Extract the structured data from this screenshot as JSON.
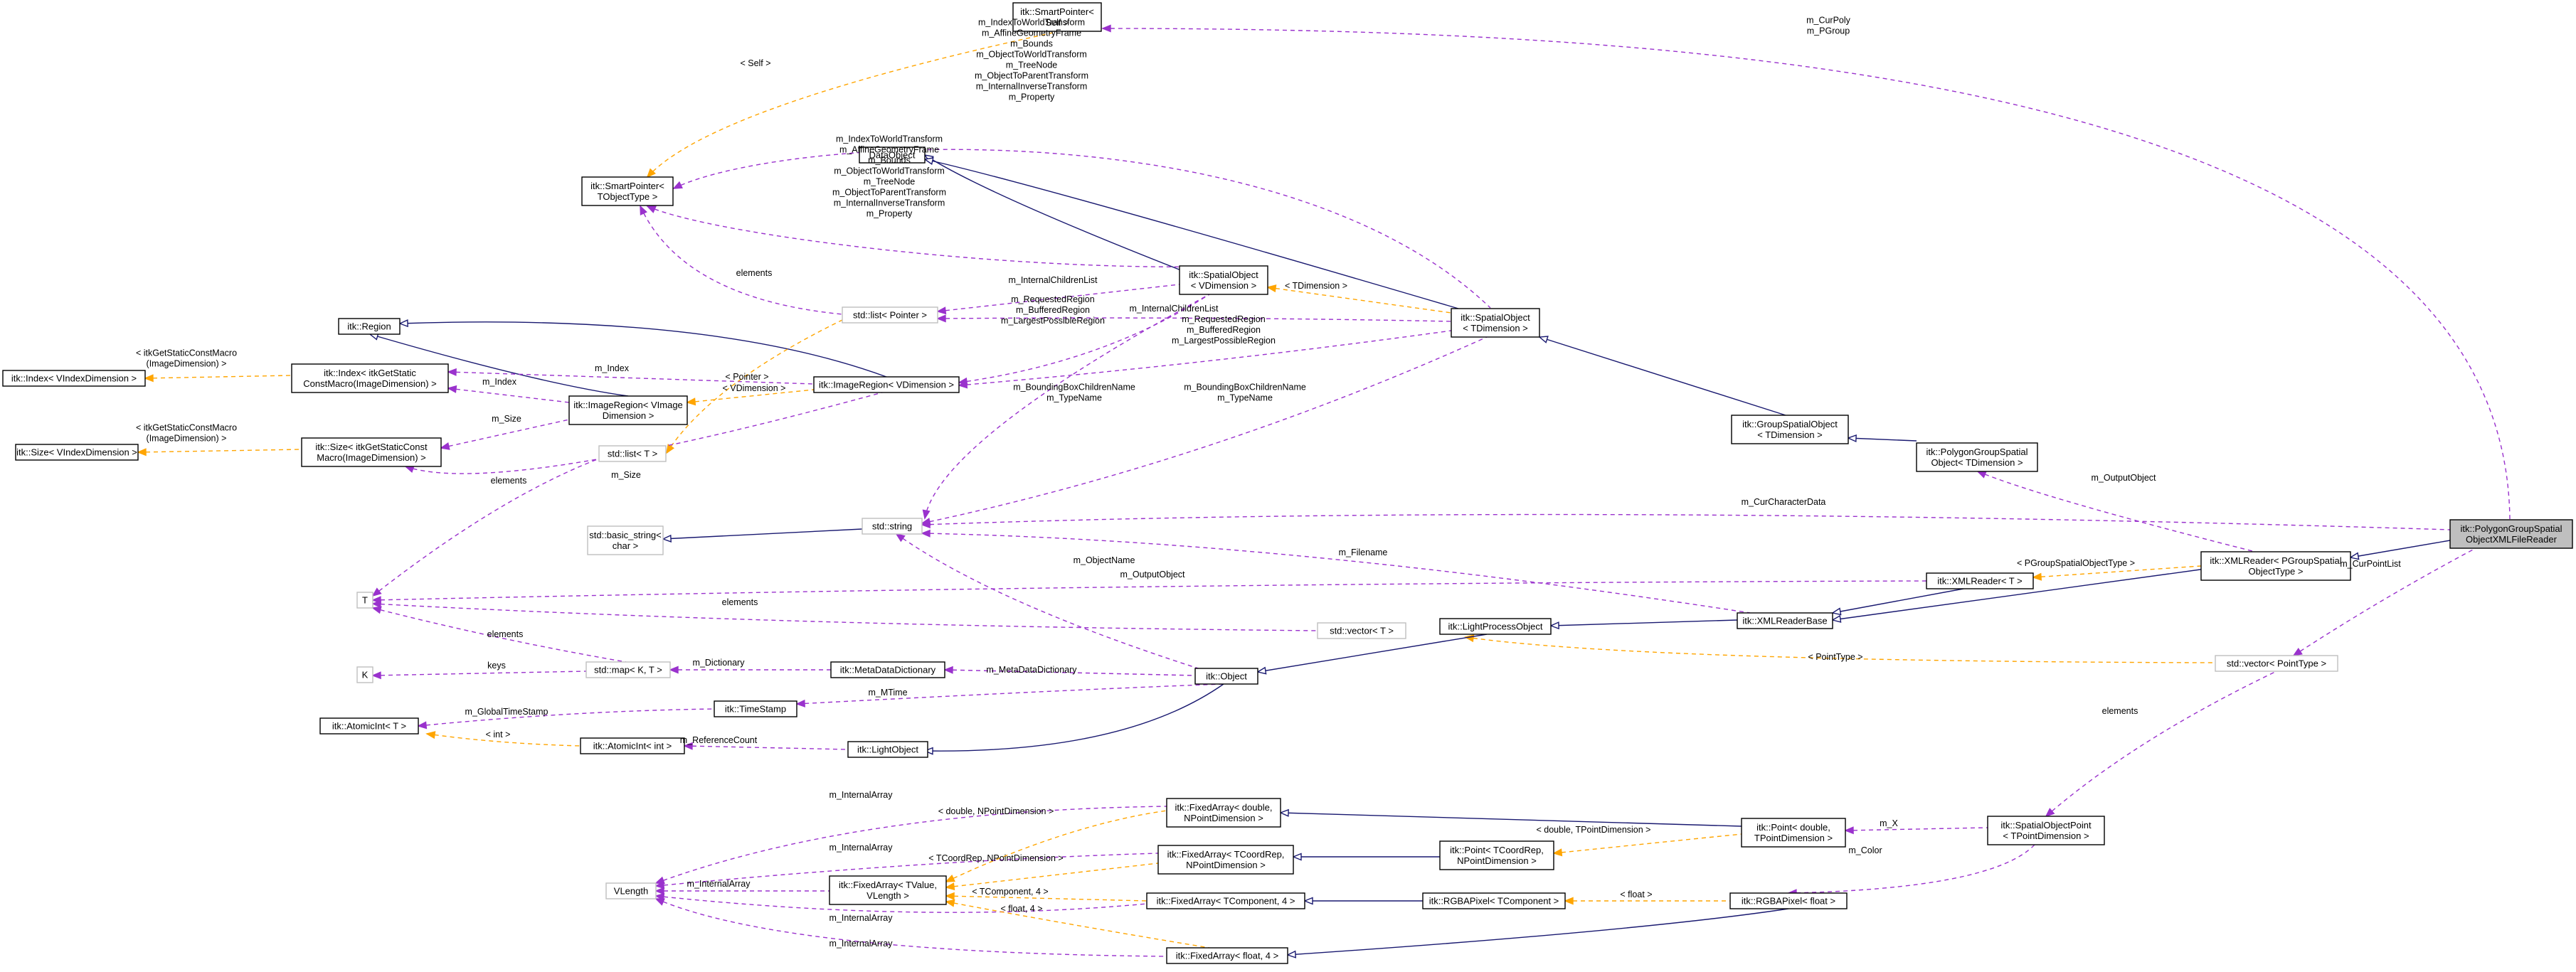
{
  "colors": {
    "inherit": "#191970",
    "usage": "#9a32cd",
    "template": "#ffa500",
    "node_border": "#000000",
    "external_border": "#bfbfbf",
    "highlight_fill": "#bfbfbf"
  },
  "nodes": {
    "smartpointer_self": [
      "itk::SmartPointer<",
      "Self >"
    ],
    "smartpointer_tobj": [
      "itk::SmartPointer<",
      "TObjectType >"
    ],
    "dataobject": [
      "DataObject"
    ],
    "region": [
      "itk::Region"
    ],
    "index_vindex": [
      "itk::Index< VIndexDimension >"
    ],
    "index_itkget": [
      "itk::Index< itkGetStatic",
      "ConstMacro(ImageDimension) >"
    ],
    "size_vindex": [
      "itk::Size< VIndexDimension >"
    ],
    "size_itkget": [
      "itk::Size< itkGetStaticConst",
      "Macro(ImageDimension) >"
    ],
    "imageregion_vimage": [
      "itk::ImageRegion< VImage",
      "Dimension >"
    ],
    "imageregion_vdim": [
      "itk::ImageRegion< VDimension >"
    ],
    "stdlist_pointer": [
      "std::list< Pointer >"
    ],
    "stdlist_t": [
      "std::list< T >"
    ],
    "spatialobject_v": [
      "itk::SpatialObject",
      "< VDimension >"
    ],
    "spatialobject_t": [
      "itk::SpatialObject",
      "< TDimension >"
    ],
    "groupspatial": [
      "itk::GroupSpatialObject",
      "< TDimension >"
    ],
    "polygongroup": [
      "itk::PolygonGroupSpatial",
      "Object< TDimension >"
    ],
    "polyxml": [
      "itk::PolygonGroupSpatial",
      "ObjectXMLFileReader"
    ],
    "std_basic_string": [
      "std::basic_string<",
      "char >"
    ],
    "std_string": [
      "std::string"
    ],
    "xmlreader_pg": [
      "itk::XMLReader< PGroupSpatial",
      "ObjectType >"
    ],
    "xmlreader_t": [
      "itk::XMLReader< T >"
    ],
    "xmlreaderbase": [
      "itk::XMLReaderBase"
    ],
    "T": [
      "T"
    ],
    "stdvector_t": [
      "std::vector< T >"
    ],
    "lightprocessobject": [
      "itk::LightProcessObject"
    ],
    "stdvector_pointtype": [
      "std::vector< PointType >"
    ],
    "K": [
      "K"
    ],
    "stdmap": [
      "std::map< K, T >"
    ],
    "metadatadictionary": [
      "itk::MetaDataDictionary"
    ],
    "itkobject": [
      "itk::Object"
    ],
    "timestamp": [
      "itk::TimeStamp"
    ],
    "atomicint_t": [
      "itk::AtomicInt< T >"
    ],
    "atomicint_int": [
      "itk::AtomicInt< int >"
    ],
    "lightobject": [
      "itk::LightObject"
    ],
    "fixedarray_double": [
      "itk::FixedArray< double,",
      "NPointDimension >"
    ],
    "point_double": [
      "itk::Point< double,",
      "TPointDimension >"
    ],
    "spatialobjectpoint": [
      "itk::SpatialObjectPoint",
      "< TPointDimension >"
    ],
    "fixedarray_tcoord": [
      "itk::FixedArray< TCoordRep,",
      "NPointDimension >"
    ],
    "point_tcoord": [
      "itk::Point< TCoordRep,",
      "NPointDimension >"
    ],
    "vlength": [
      "VLength"
    ],
    "fixedarray_tvalue": [
      "itk::FixedArray< TValue,",
      "VLength >"
    ],
    "fixedarray_tcomp": [
      "itk::FixedArray< TComponent, 4 >"
    ],
    "rgba_tcomp": [
      "itk::RGBAPixel< TComponent >"
    ],
    "rgba_float": [
      "itk::RGBAPixel< float >"
    ],
    "fixedarray_float": [
      "itk::FixedArray< float, 4 >"
    ]
  },
  "edge_labels": {
    "curpoly": [
      "m_CurPoly",
      "m_PGroup"
    ],
    "self": [
      "< Self >"
    ],
    "so_t_to_sp": [
      "m_IndexToWorldTransform",
      "m_AffineGeometryFrame",
      "m_Bounds",
      "m_ObjectToWorldTransform",
      "m_TreeNode",
      "m_ObjectToParentTransform",
      "m_InternalInverseTransform",
      "m_Property"
    ],
    "so_v_to_sp": [
      "m_IndexToWorldTransform",
      "m_AffineGeometryFrame",
      "m_Bounds",
      "m_ObjectToWorldTransform",
      "m_TreeNode",
      "m_ObjectToParentTransform",
      "m_InternalInverseTransform",
      "m_Property"
    ],
    "elements_sp": [
      "elements"
    ],
    "internal_children_v": [
      "m_InternalChildrenList"
    ],
    "tdimension": [
      "< TDimension >"
    ],
    "internal_children_t": [
      "m_InternalChildrenList"
    ],
    "regions_v": [
      "m_RequestedRegion",
      "m_BufferedRegion",
      "m_LargestPossibleRegion"
    ],
    "regions_t": [
      "m_RequestedRegion",
      "m_BufferedRegion",
      "m_LargestPossibleRegion"
    ],
    "itkget_index": [
      "< itkGetStaticConstMacro",
      "(ImageDimension) >"
    ],
    "m_index_top": [
      "m_Index"
    ],
    "m_index": [
      "m_Index"
    ],
    "pointer": [
      "< Pointer >"
    ],
    "vdimension": [
      "< VDimension >"
    ],
    "bbox_v": [
      "m_BoundingBoxChildrenName",
      "m_TypeName"
    ],
    "bbox_t": [
      "m_BoundingBoxChildrenName",
      "m_TypeName"
    ],
    "itkget_size": [
      "< itkGetStaticConstMacro",
      "(ImageDimension) >"
    ],
    "m_size": [
      "m_Size"
    ],
    "elements_list_t": [
      "elements"
    ],
    "m_size_bottom": [
      "m_Size"
    ],
    "m_outputobject_pg": [
      "m_OutputObject"
    ],
    "m_curcharacterdata": [
      "m_CurCharacterData"
    ],
    "m_objectname": [
      "m_ObjectName"
    ],
    "m_filename": [
      "m_Filename"
    ],
    "pgroupspatial": [
      "< PGroupSpatialObjectType >"
    ],
    "m_curpointlist": [
      "m_CurPointList"
    ],
    "m_outputobject_t": [
      "m_OutputObject"
    ],
    "elements_vector_t": [
      "elements"
    ],
    "pointtype": [
      "< PointType >"
    ],
    "elements_map": [
      "elements"
    ],
    "keys": [
      "keys"
    ],
    "m_dictionary": [
      "m_Dictionary"
    ],
    "m_metadatadictionary": [
      "m_MetaDataDictionary"
    ],
    "elements_pointlist": [
      "elements"
    ],
    "m_globaltimestamp": [
      "m_GlobalTimeStamp"
    ],
    "m_mtime": [
      "m_MTime"
    ],
    "int": [
      "< int >"
    ],
    "m_referencecount": [
      "m_ReferenceCount"
    ],
    "ia_double": [
      "m_InternalArray"
    ],
    "double_npd": [
      "< double, NPointDimension >"
    ],
    "double_tpd": [
      "< double, TPointDimension >"
    ],
    "m_x": [
      "m_X"
    ],
    "ia_tcoord": [
      "m_InternalArray"
    ],
    "tcoord_npd": [
      "< TCoordRep, NPointDimension >"
    ],
    "m_color": [
      "m_Color"
    ],
    "ia_tvalue": [
      "m_InternalArray"
    ],
    "tcomp4": [
      "< TComponent, 4 >"
    ],
    "float_rgba": [
      "< float >"
    ],
    "ia_tcomp": [
      "m_InternalArray"
    ],
    "float4": [
      "< float, 4 >"
    ],
    "ia_float": [
      "m_InternalArray"
    ]
  }
}
